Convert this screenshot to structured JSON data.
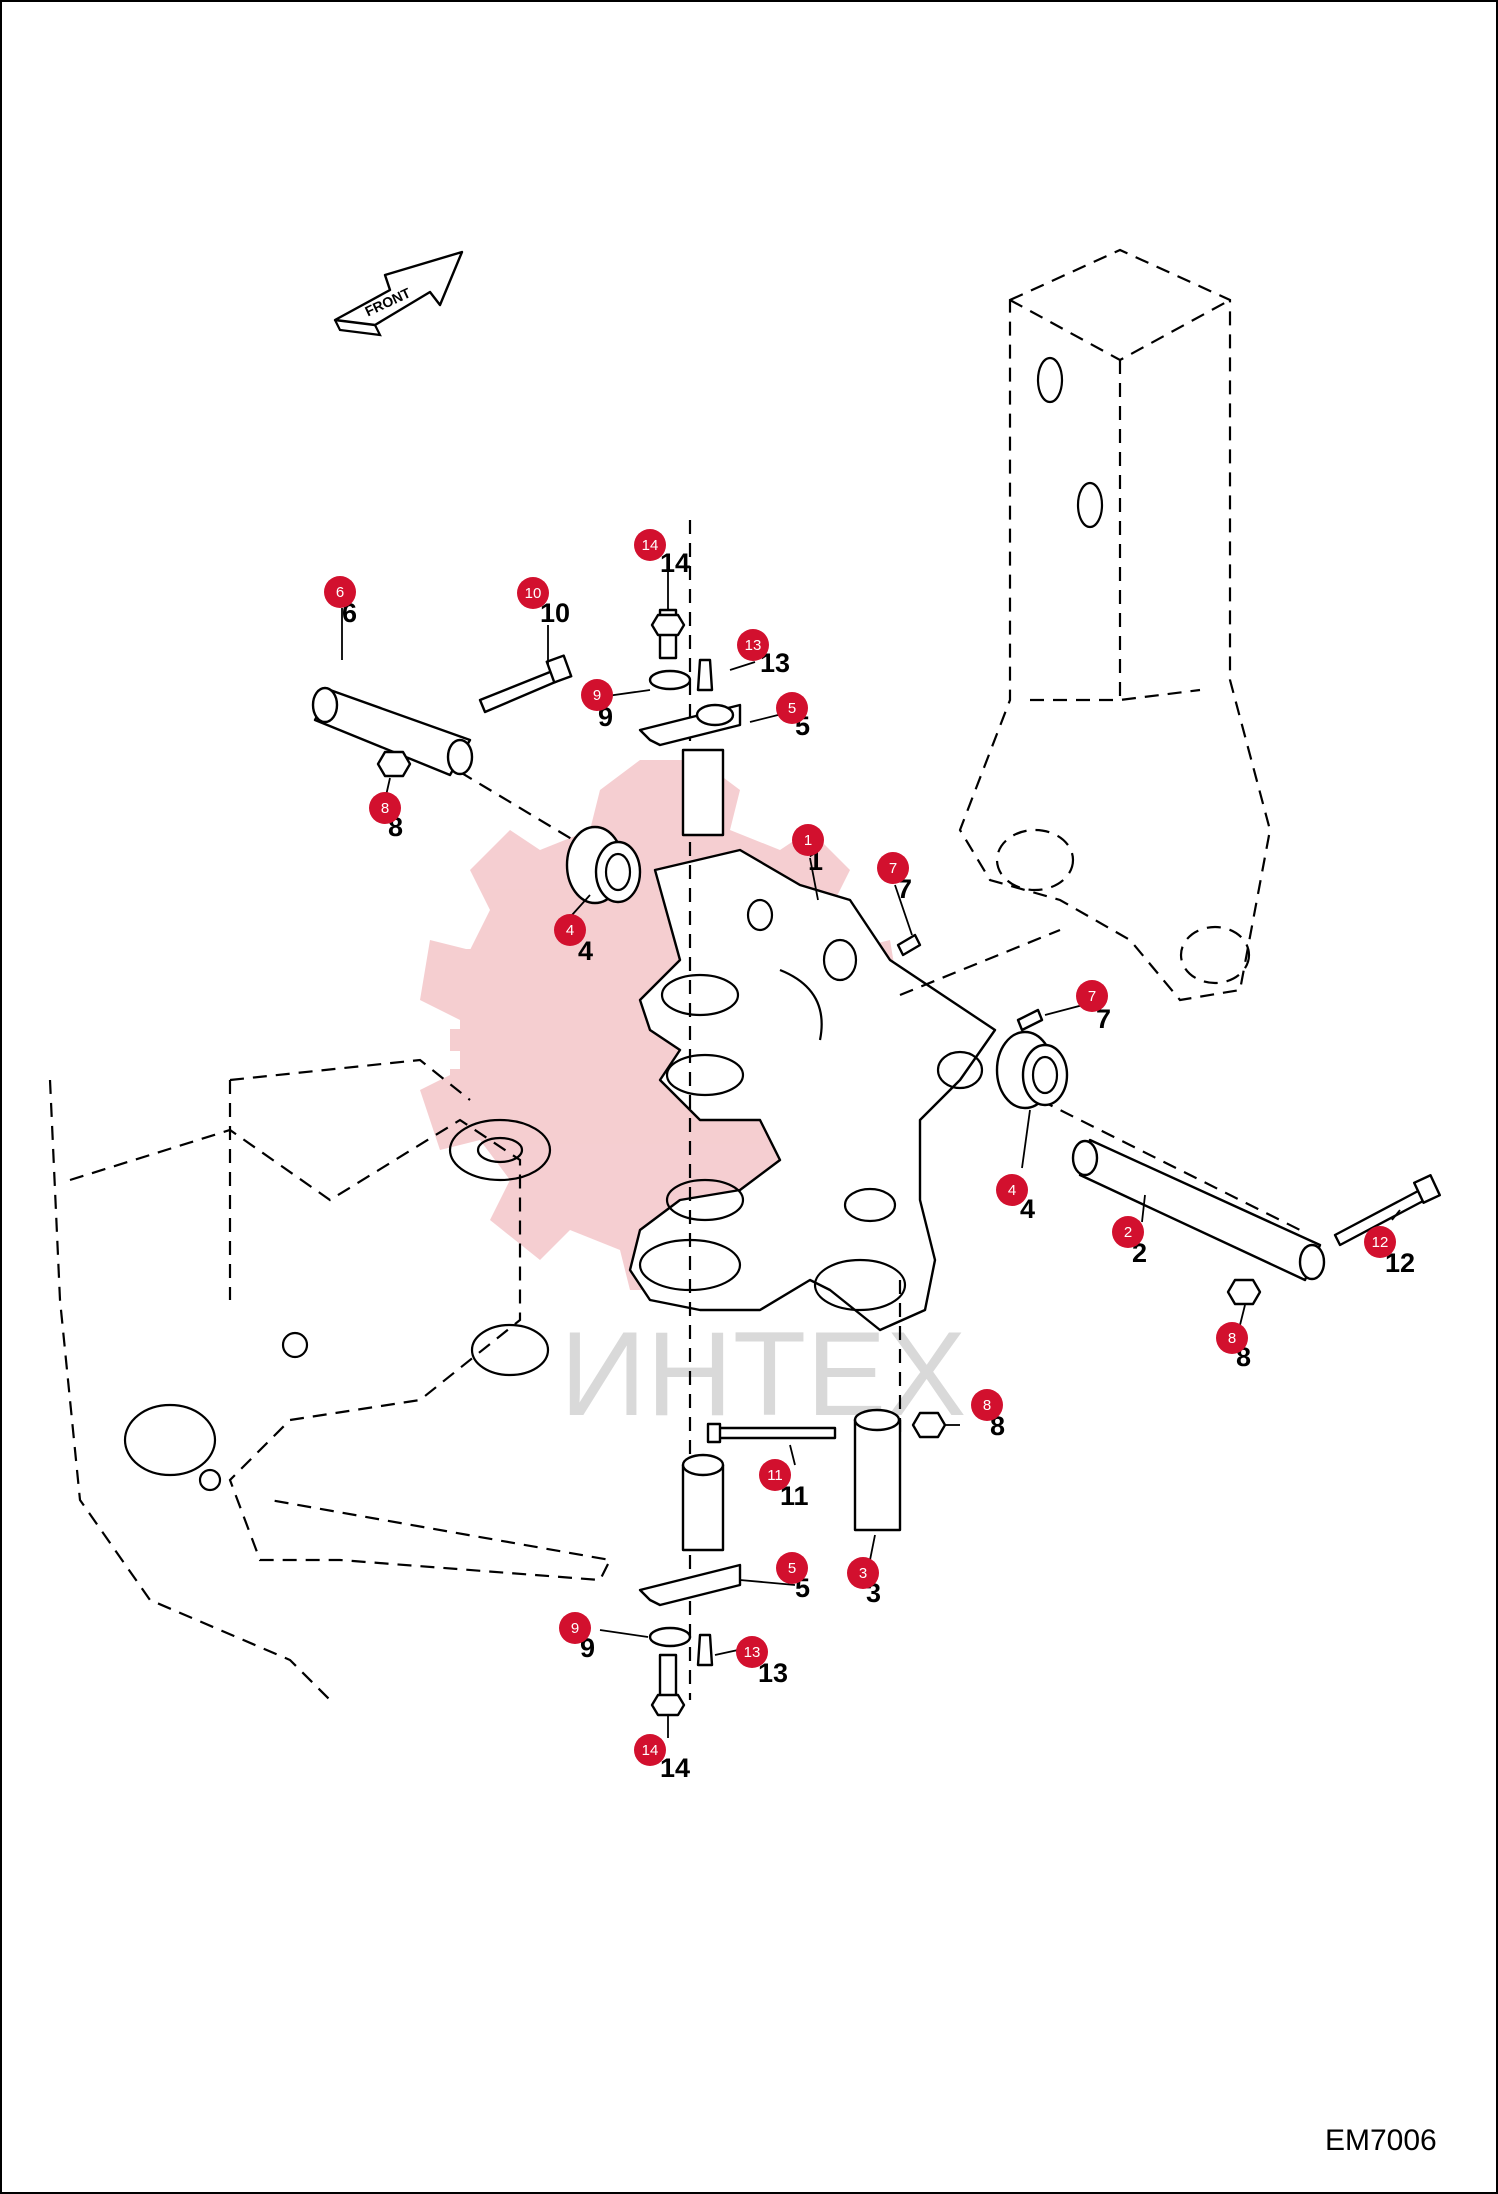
{
  "diagram": {
    "code": "EM7006",
    "front_label": "FRONT",
    "watermark": "ИНТЕХ",
    "callouts": [
      {
        "id": "c14a",
        "label": "14",
        "number": "14"
      },
      {
        "id": "c6",
        "label": "6",
        "number": "6"
      },
      {
        "id": "c10",
        "label": "10",
        "number": "10"
      },
      {
        "id": "c13a",
        "label": "13",
        "number": "13"
      },
      {
        "id": "c9a",
        "label": "9",
        "number": "9"
      },
      {
        "id": "c5a",
        "label": "5",
        "number": "5"
      },
      {
        "id": "c8a",
        "label": "8",
        "number": "8"
      },
      {
        "id": "c1",
        "label": "1",
        "number": "1"
      },
      {
        "id": "c7a",
        "label": "7",
        "number": "7"
      },
      {
        "id": "c4a",
        "label": "4",
        "number": "4"
      },
      {
        "id": "c7b",
        "label": "7",
        "number": "7"
      },
      {
        "id": "c4b",
        "label": "4",
        "number": "4"
      },
      {
        "id": "c2",
        "label": "2",
        "number": "2"
      },
      {
        "id": "c12",
        "label": "12",
        "number": "12"
      },
      {
        "id": "c8b",
        "label": "8",
        "number": "8"
      },
      {
        "id": "c8c",
        "label": "8",
        "number": "8"
      },
      {
        "id": "c11",
        "label": "11",
        "number": "11"
      },
      {
        "id": "c5b",
        "label": "5",
        "number": "5"
      },
      {
        "id": "c3",
        "label": "3",
        "number": "3"
      },
      {
        "id": "c9b",
        "label": "9",
        "number": "9"
      },
      {
        "id": "c13b",
        "label": "13",
        "number": "13"
      },
      {
        "id": "c14b",
        "label": "14",
        "number": "14"
      }
    ]
  }
}
